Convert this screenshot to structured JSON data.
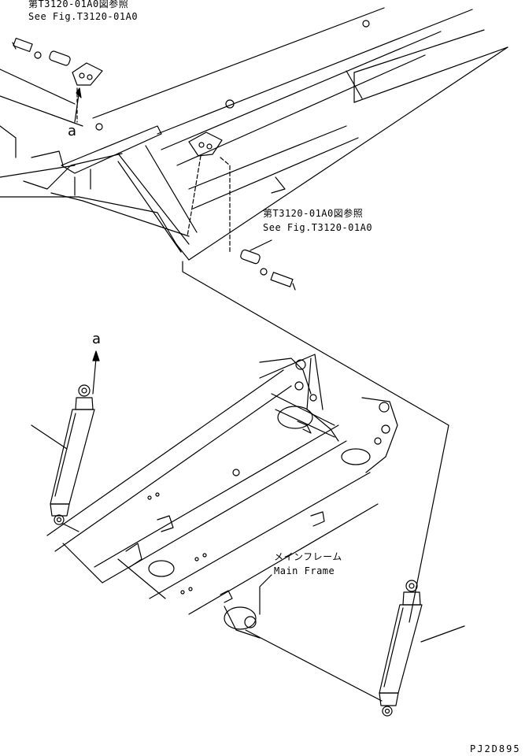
{
  "ref_top": {
    "jp": "第T3120-01A0図参照",
    "en": "See Fig.T3120-01A0"
  },
  "ref_mid": {
    "jp": "第T3120-01A0図参照",
    "en": "See Fig.T3120-01A0"
  },
  "callout_a_top": "a",
  "callout_a_mid": "a",
  "main_frame": {
    "jp": "メインフレーム",
    "en": "Main Frame"
  },
  "drawing_code": "PJ2D895"
}
